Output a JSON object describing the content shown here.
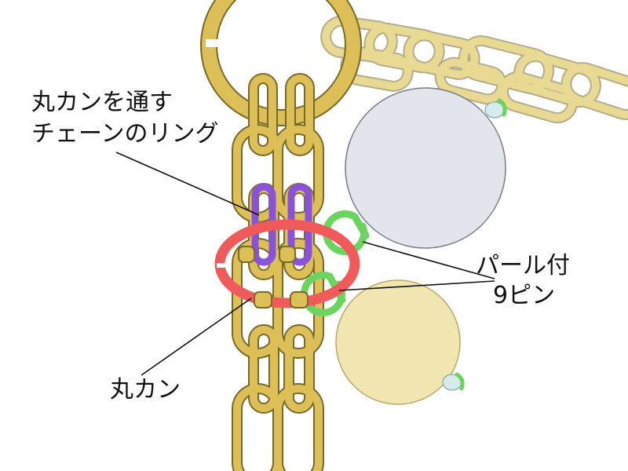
{
  "labels": {
    "ring_line1": "丸カンを通す",
    "ring_line2": "チェーンのリング",
    "pin_line1": "パール付",
    "pin_line2": "9ピン",
    "jump_ring": "丸カン"
  },
  "colors": {
    "chain_fill": "#dcc057",
    "chain_outline": "#7a6a2a",
    "chain_faded": "#e8d993",
    "jump_ring": "#f05a5a",
    "passing_ring": "#8a52d8",
    "nine_pin": "#6ad45e",
    "pearl_grey": "#e2e6ec",
    "pearl_cream": "#f1e6b2",
    "bead_cap": "#d6ecec",
    "leader_line": "#111111"
  }
}
